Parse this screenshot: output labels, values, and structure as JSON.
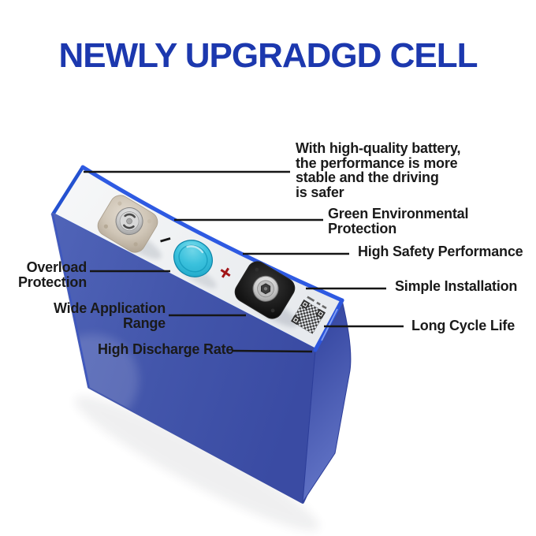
{
  "header": {
    "title": "NEWLY UPGRADGD CELL",
    "title_color": "#1c38ae"
  },
  "annotations": {
    "right": [
      {
        "id": "quality-note",
        "text": "With high-quality battery,\nthe performance is more\nstable and the driving\nis safer"
      },
      {
        "id": "green-environmental",
        "text": "Green Environmental\nProtection"
      },
      {
        "id": "high-safety",
        "text": "High Safety Performance"
      },
      {
        "id": "simple-installation",
        "text": "Simple Installation"
      },
      {
        "id": "long-cycle-life",
        "text": "Long Cycle Life"
      }
    ],
    "left": [
      {
        "id": "overload-protection",
        "text": "Overload\nProtection"
      },
      {
        "id": "wide-application",
        "text": "Wide Application\nRange"
      },
      {
        "id": "high-discharge",
        "text": "High Discharge Rate"
      }
    ]
  },
  "battery": {
    "polarity_minus": "−",
    "polarity_plus": "+",
    "colors": {
      "body_blue": "#4257ac",
      "trim_blue": "#2d56dd",
      "top_face_white": "#eef0f2",
      "vent_teal": "#2fb7d7",
      "plus_red": "#a21518",
      "callout_line": "#161616"
    }
  }
}
